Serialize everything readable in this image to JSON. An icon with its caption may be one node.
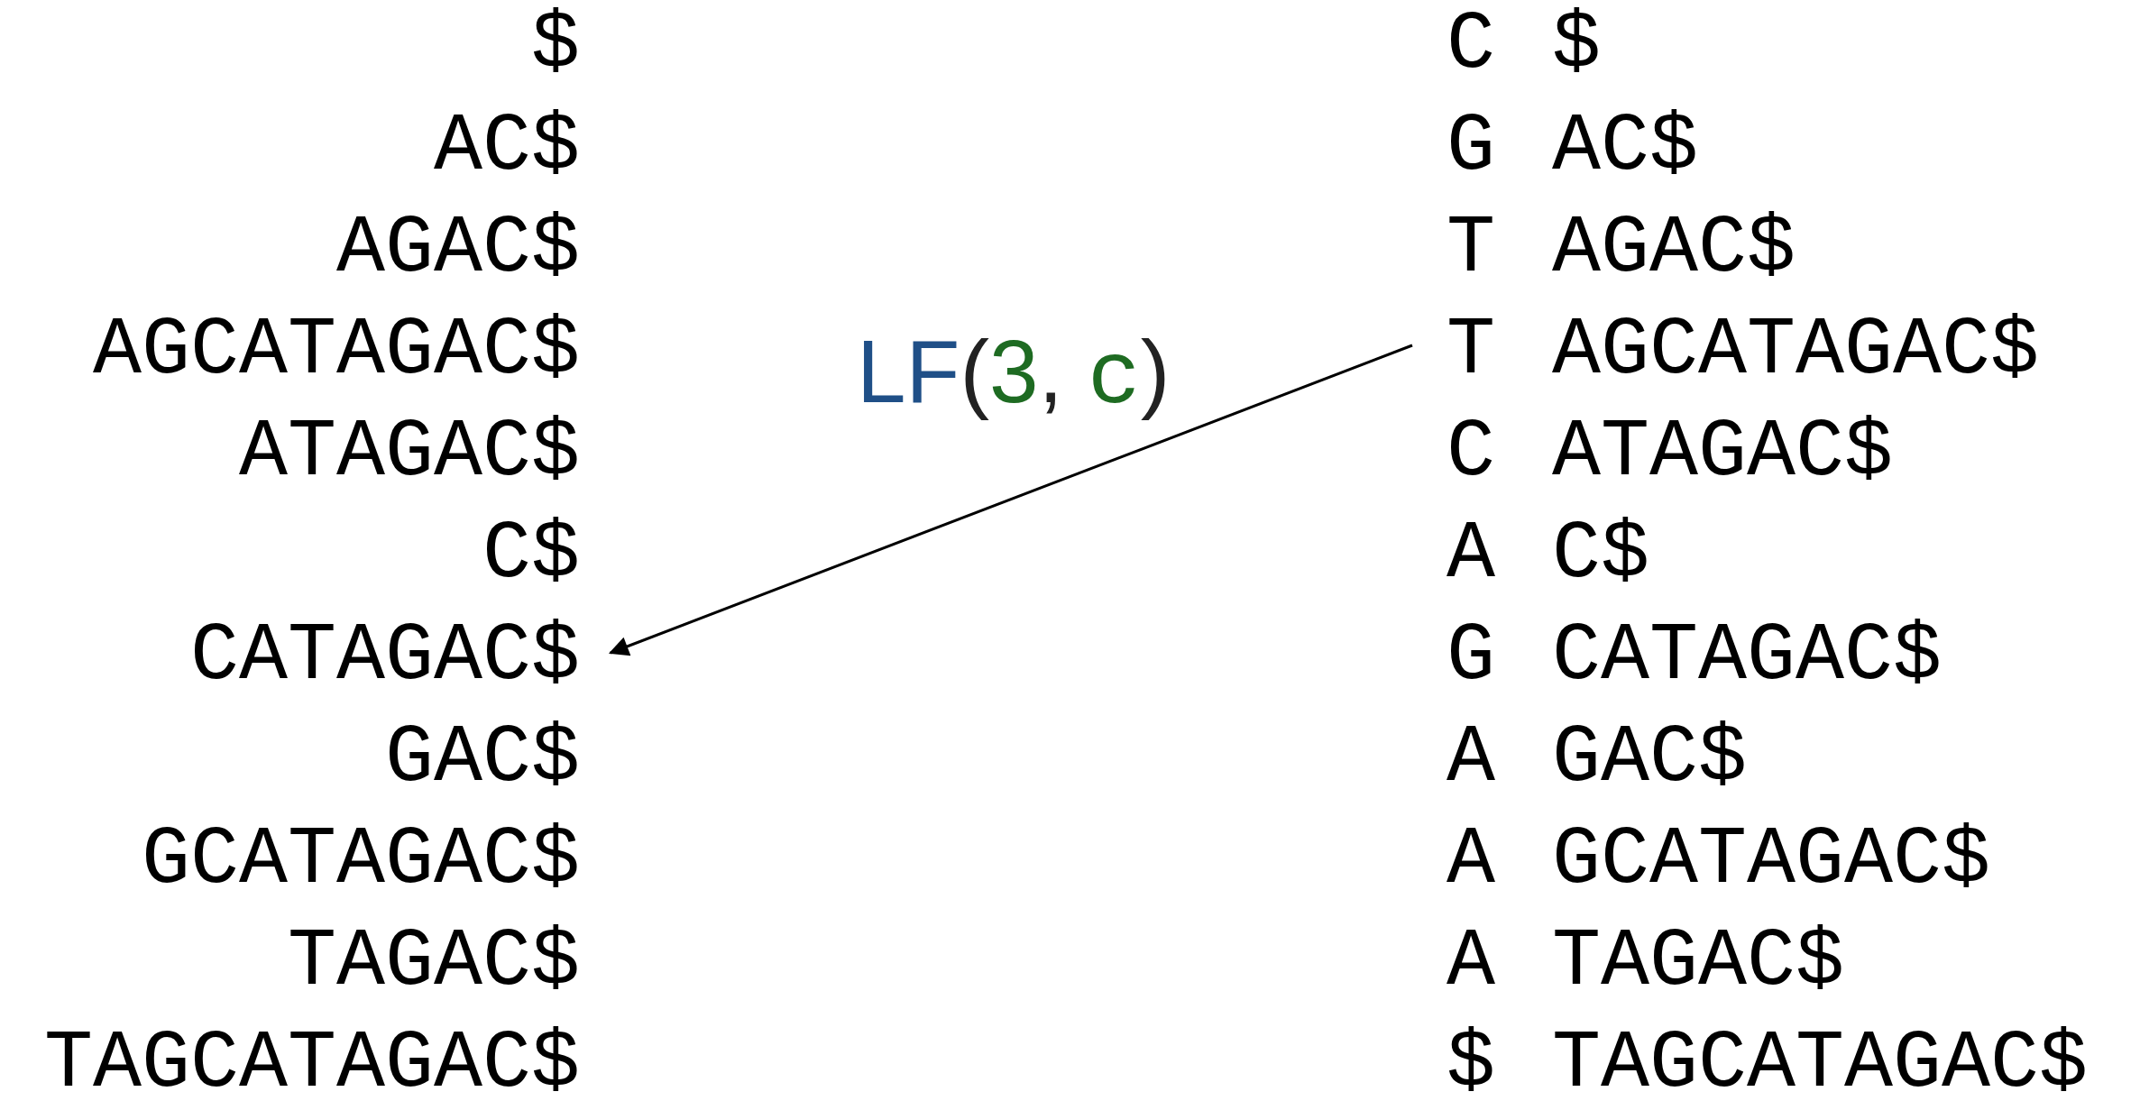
{
  "diagram": {
    "nodes": [
      {
        "text": [
          "T"
        ]
      },
      {
        "text": [
          "CATAGAC$"
        ]
      }
    ],
    "edges": [
      {
        "from": 0,
        "to": 1,
        "arrow": "to",
        "label": "LF(3, c)"
      }
    ],
    "labels": [
      "$",
      "C",
      "$",
      "AC$",
      "G",
      "AC$",
      "AGAC$",
      "T",
      "AGAC$",
      "AGCATAGAC$",
      "AGCATAGAC$",
      "ATAGAC$",
      "C",
      "ATAGAC$",
      "C$",
      "A",
      "C$",
      "G",
      "CATAGAC$",
      "GAC$",
      "A",
      "GAC$",
      "GCATAGAC$",
      "A",
      "GCATAGAC$",
      "TAGAC$",
      "A",
      "TAGAC$",
      "TAGCATAGAC$",
      "$",
      "TAGCATAGAC$"
    ]
  }
}
